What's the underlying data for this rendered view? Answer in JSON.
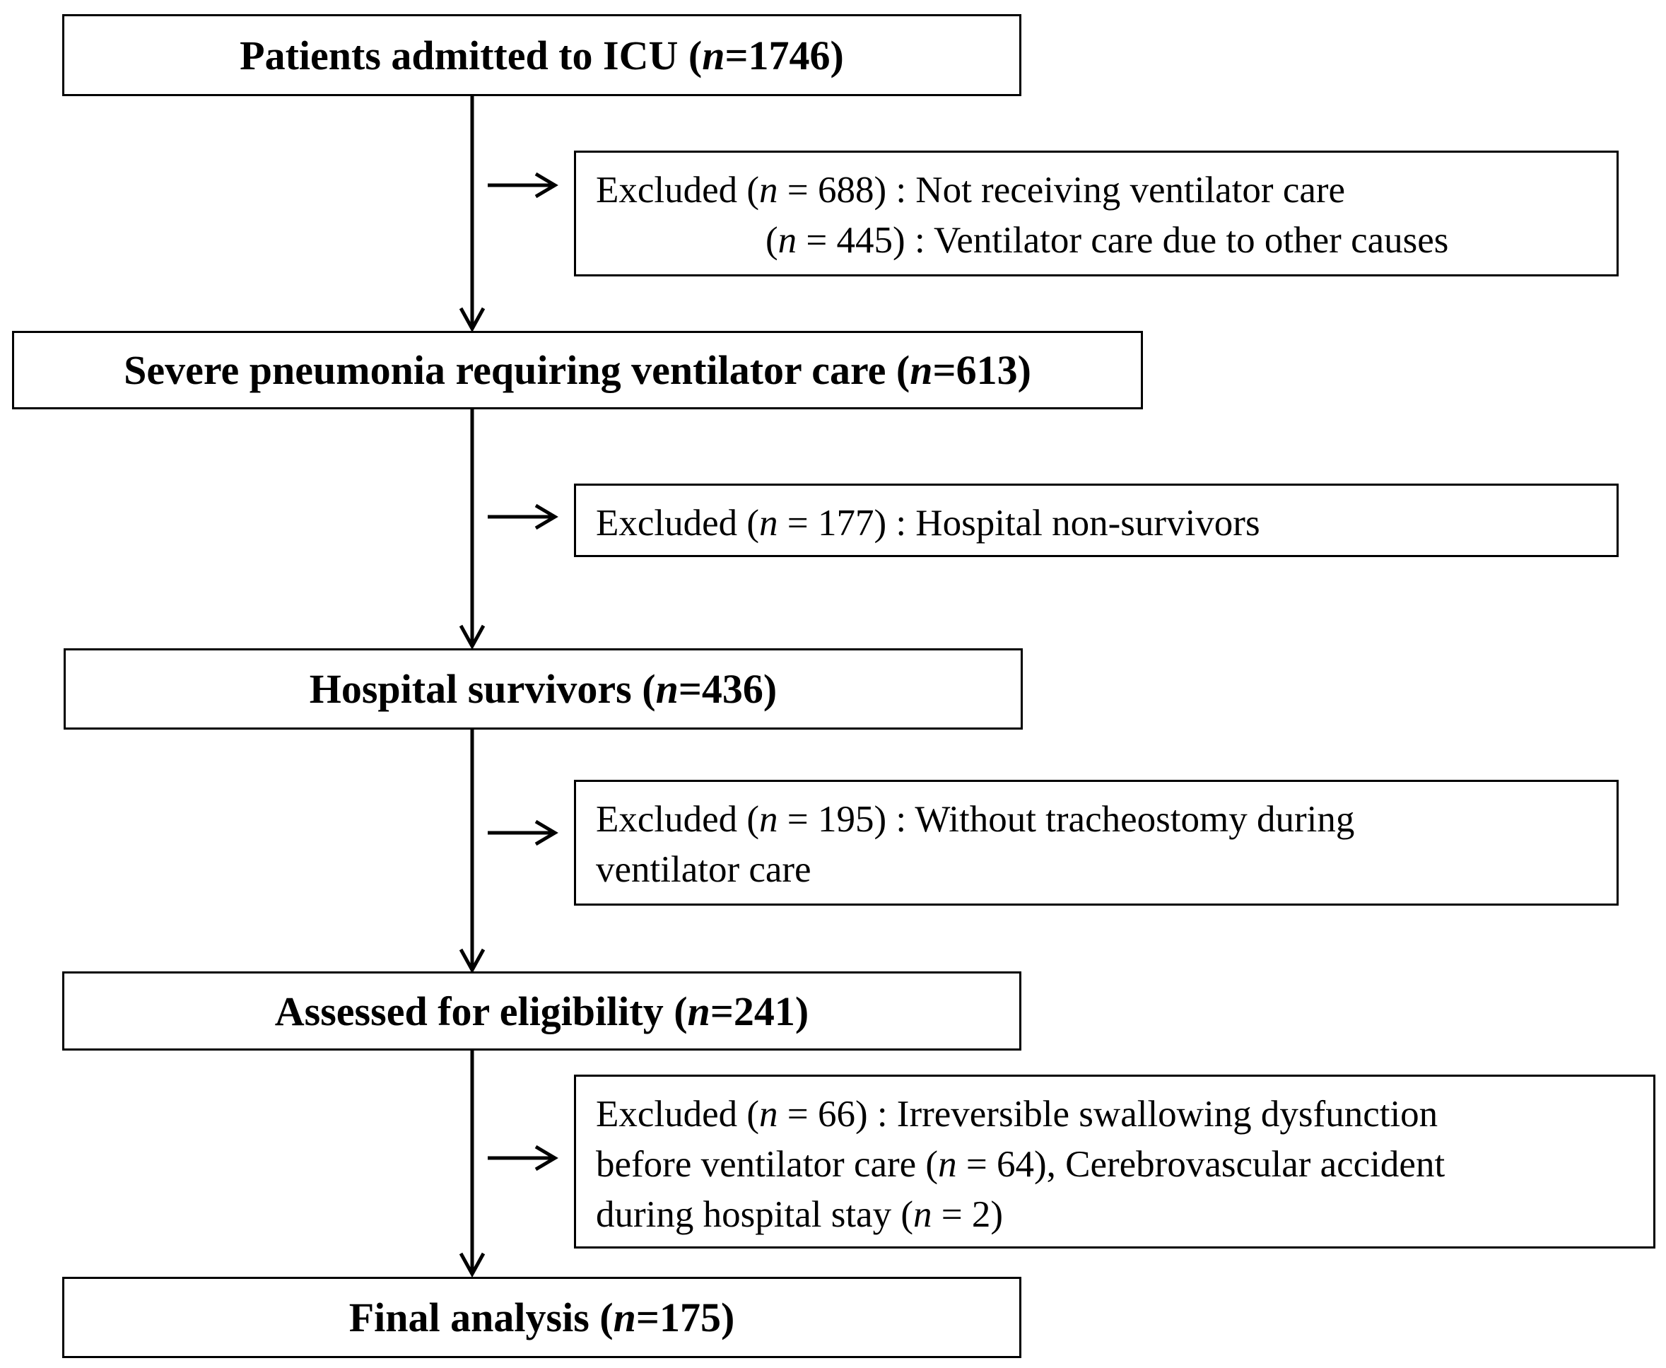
{
  "steps": [
    {
      "label": "Patients admitted to ICU",
      "n": "1746"
    },
    {
      "label": "Severe pneumonia requiring ventilator care",
      "n": "613"
    },
    {
      "label": "Hospital survivors",
      "n": "436"
    },
    {
      "label": "Assessed for eligibility",
      "n": "241"
    },
    {
      "label": "Final analysis",
      "n": "175"
    }
  ],
  "exclusions": [
    {
      "lines": [
        {
          "prefix": "Excluded (",
          "n": "688",
          "text": ") : Not receiving ventilator care"
        },
        {
          "prefix": "(",
          "n": "445",
          "text": ") : Ventilator care due to other causes"
        }
      ]
    },
    {
      "lines": [
        {
          "prefix": "Excluded (",
          "n": "177",
          "text": ") : Hospital non-survivors"
        }
      ]
    },
    {
      "lines": [
        {
          "prefix": "Excluded (",
          "n": "195",
          "text": ") : Without tracheostomy during"
        },
        {
          "text": "ventilator care"
        }
      ]
    },
    {
      "lines": [
        {
          "prefix": "Excluded (",
          "n": "66",
          "text": ") : Irreversible swallowing dysfunction"
        },
        {
          "text": "before ventilator care (",
          "n": "64",
          "suffix": "), Cerebrovascular accident"
        },
        {
          "text": "during hospital stay (",
          "n": "2",
          "suffix": ")"
        }
      ]
    }
  ],
  "n_symbol": "n",
  "n_eq": " = "
}
